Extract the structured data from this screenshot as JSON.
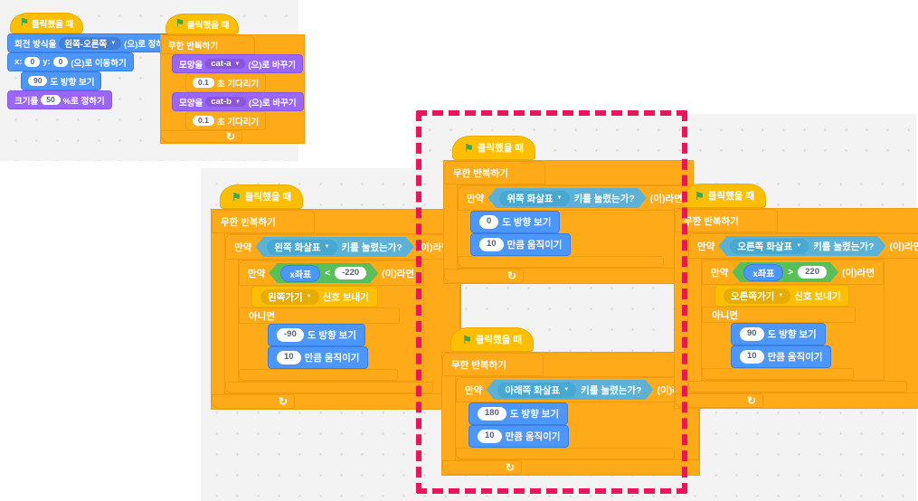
{
  "palette": {
    "motion": "#4C97FF",
    "looks": "#9966FF",
    "events": "#FFBF00",
    "control": "#FFAB19",
    "sensing": "#5CB1D6",
    "operators": "#59C059",
    "annotation_pink": "#ED1459",
    "value_text": "#575E75"
  },
  "icons": {
    "flag": "⚑",
    "loop": "↻",
    "caret": "▼"
  },
  "labels": {
    "when_flag_clicked": "클릭했을 때",
    "forever": "무한 반복하기",
    "if": "만약",
    "then": "(이)라면",
    "else": "아니면",
    "key_pressed": "키를 눌렸는가?",
    "look_direction": "도 방향 보기",
    "move_steps": "만큼 움직이기",
    "broadcast": "신호 보내기",
    "rotation_prefix": "회전 방식을",
    "rotation_suffix": "(으)로 정하기",
    "x_label": "x:",
    "y_label": "y:",
    "goto_suffix": "(으)로 이동하기",
    "size_prefix": "크기를",
    "size_suffix": "%로 정하기",
    "costume_prefix": "모양을",
    "costume_suffix": "(으)로 바꾸기",
    "wait_suffix": "초 기다리기"
  },
  "stacks": {
    "setup": {
      "rotation_style": "왼쪽-오른쪽",
      "x": "0",
      "y": "0",
      "direction": "90",
      "size": "50"
    },
    "costume_loop": {
      "costume_a": "cat-a",
      "costume_b": "cat-b",
      "wait_a": "0.1",
      "wait_b": "0.1"
    },
    "left": {
      "key": "왼쪽 화살표",
      "var": "x좌표",
      "op": "<",
      "limit": "-220",
      "message": "왼쪽가기",
      "direction": "-90",
      "steps": "10"
    },
    "up": {
      "key": "위쪽 화살표",
      "direction": "0",
      "steps": "10"
    },
    "down": {
      "key": "아래쪽 화살표",
      "direction": "180",
      "steps": "10"
    },
    "right": {
      "key": "오른쪽 화살표",
      "var": "x좌표",
      "op": ">",
      "limit": "220",
      "message": "오른쪽가기",
      "direction": "90",
      "steps": "10"
    }
  }
}
